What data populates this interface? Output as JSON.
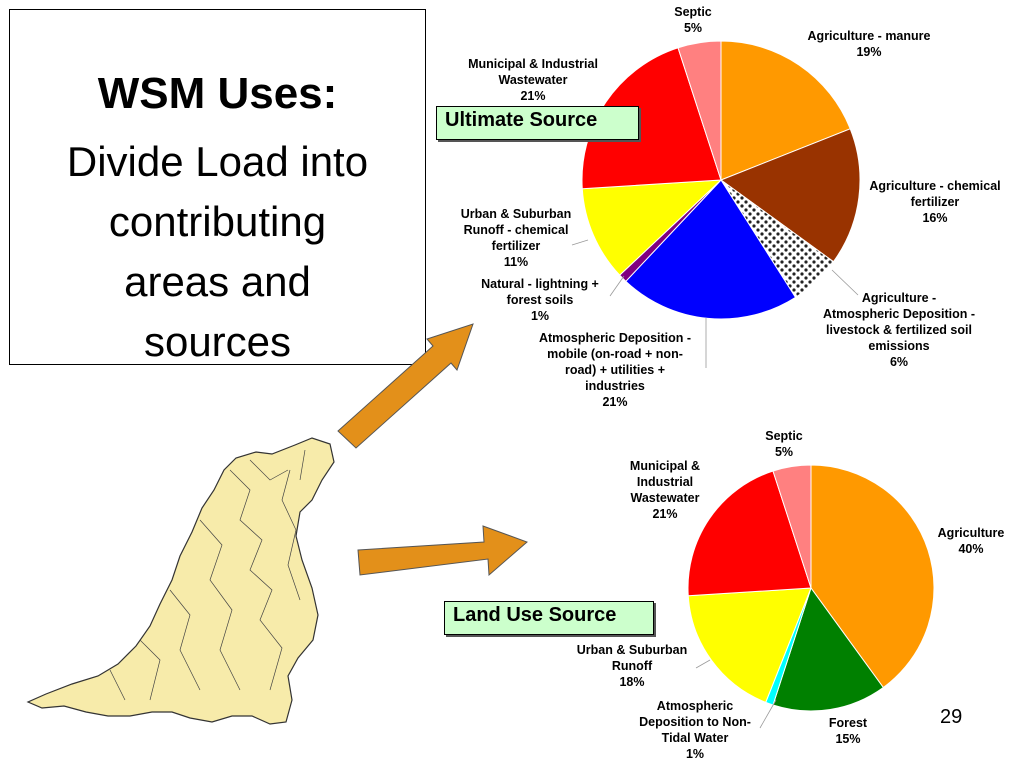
{
  "slide": {
    "title": "WSM Uses:",
    "subtitle": "Divide Load into\ncontributing\nareas and\nsources",
    "page_number": "29"
  },
  "labels": {
    "ultimate_source": "Ultimate Source",
    "land_use_source": "Land Use Source"
  },
  "colors": {
    "arrow": "#e3901a",
    "map_fill": "#f7ebaa",
    "label_bg": "#ccffcc"
  },
  "chart_data": [
    {
      "type": "pie",
      "title": "",
      "slices": [
        {
          "label": "Agriculture - manure\n19%",
          "value": 19,
          "color": "#ff9900"
        },
        {
          "label": "Agriculture - chemical\nfertilizer\n16%",
          "value": 16,
          "color": "#993300"
        },
        {
          "label": "Agriculture -\nAtmospheric Deposition -\nlivestock & fertilized soil\nemissions\n6%",
          "value": 6,
          "color": "checker"
        },
        {
          "label": "Atmospheric Deposition -\nmobile (on-road + non-\nroad) + utilities +\nindustries\n21%",
          "value": 21,
          "color": "#0000ff"
        },
        {
          "label": "Natural - lightning +\nforest soils\n1%",
          "value": 1,
          "color": "#800080"
        },
        {
          "label": "Urban & Suburban\nRunoff - chemical\nfertilizer\n11%",
          "value": 11,
          "color": "#ffff00"
        },
        {
          "label": "Municipal & Industrial\nWastewater\n21%",
          "value": 21,
          "color": "#ff0000"
        },
        {
          "label": "Septic\n5%",
          "value": 5,
          "color": "#ff8080"
        }
      ]
    },
    {
      "type": "pie",
      "title": "",
      "slices": [
        {
          "label": "Agriculture\n40%",
          "value": 40,
          "color": "#ff9900"
        },
        {
          "label": "Forest\n15%",
          "value": 15,
          "color": "#008000"
        },
        {
          "label": "Atmospheric\nDeposition to Non-\nTidal Water\n1%",
          "value": 1,
          "color": "#00ffff"
        },
        {
          "label": "Urban & Suburban\nRunoff\n18%",
          "value": 18,
          "color": "#ffff00"
        },
        {
          "label": "Municipal &\nIndustrial\nWastewater\n21%",
          "value": 21,
          "color": "#ff0000"
        },
        {
          "label": "Septic\n5%",
          "value": 5,
          "color": "#ff8080"
        }
      ]
    }
  ]
}
